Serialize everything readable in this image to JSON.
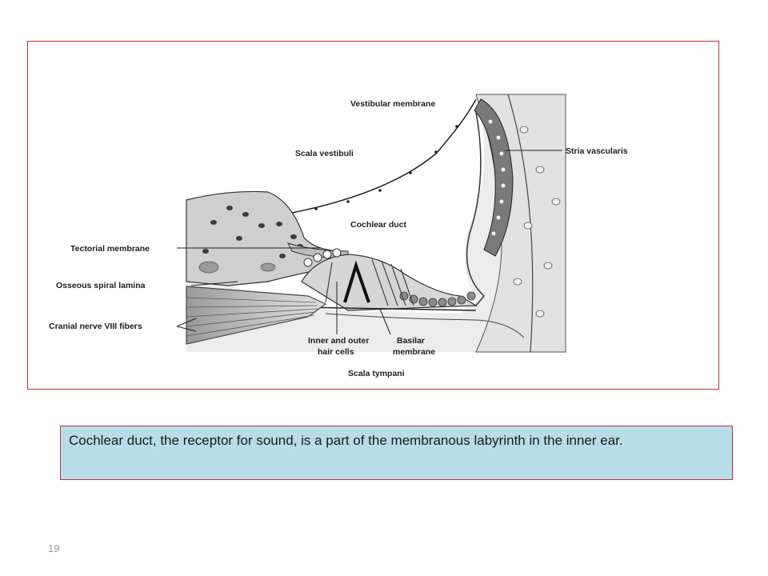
{
  "diagram": {
    "labels": {
      "vestibular_membrane": "Vestibular membrane",
      "scala_vestibuli": "Scala vestibuli",
      "stria_vascularis": "Stria vascularis",
      "cochlear_duct": "Cochlear duct",
      "tectorial_membrane": "Tectorial membrane",
      "osseous_spiral_lamina": "Osseous spiral lamina",
      "cranial_nerve_fibers": "Cranial nerve VIII fibers",
      "inner_outer_hair_cells_line1": "Inner and outer",
      "inner_outer_hair_cells_line2": "hair cells",
      "basilar_membrane_line1": "Basilar",
      "basilar_membrane_line2": "membrane",
      "scala_tympani": "Scala tympani"
    }
  },
  "caption": {
    "text": "Cochlear duct, the receptor for sound, is a part of the membranous labyrinth in the inner ear."
  },
  "slide": {
    "number": "19"
  },
  "colors": {
    "frame_border": "#c0313a",
    "caption_background": "#b7dde8",
    "tissue_light": "#d9d9d9",
    "tissue_mid": "#a8a8a8",
    "tissue_dark": "#6e6e6e"
  }
}
